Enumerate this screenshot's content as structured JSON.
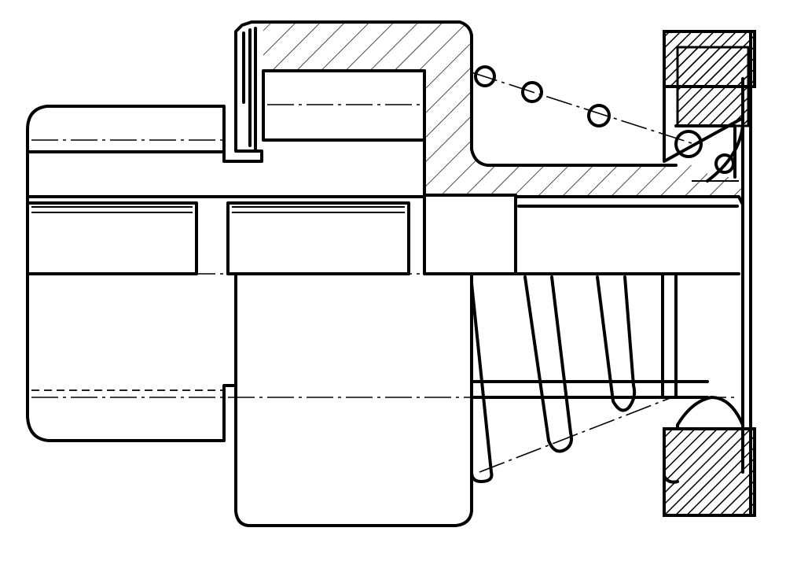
{
  "drawing": {
    "kind": "mechanical-section-drawing",
    "colors": {
      "line": "#000000",
      "background": "#ffffff"
    },
    "parts": [
      "left-nut",
      "central-body",
      "sleeve",
      "cap",
      "coil-spring",
      "clamp-balls",
      "right-ring"
    ]
  }
}
